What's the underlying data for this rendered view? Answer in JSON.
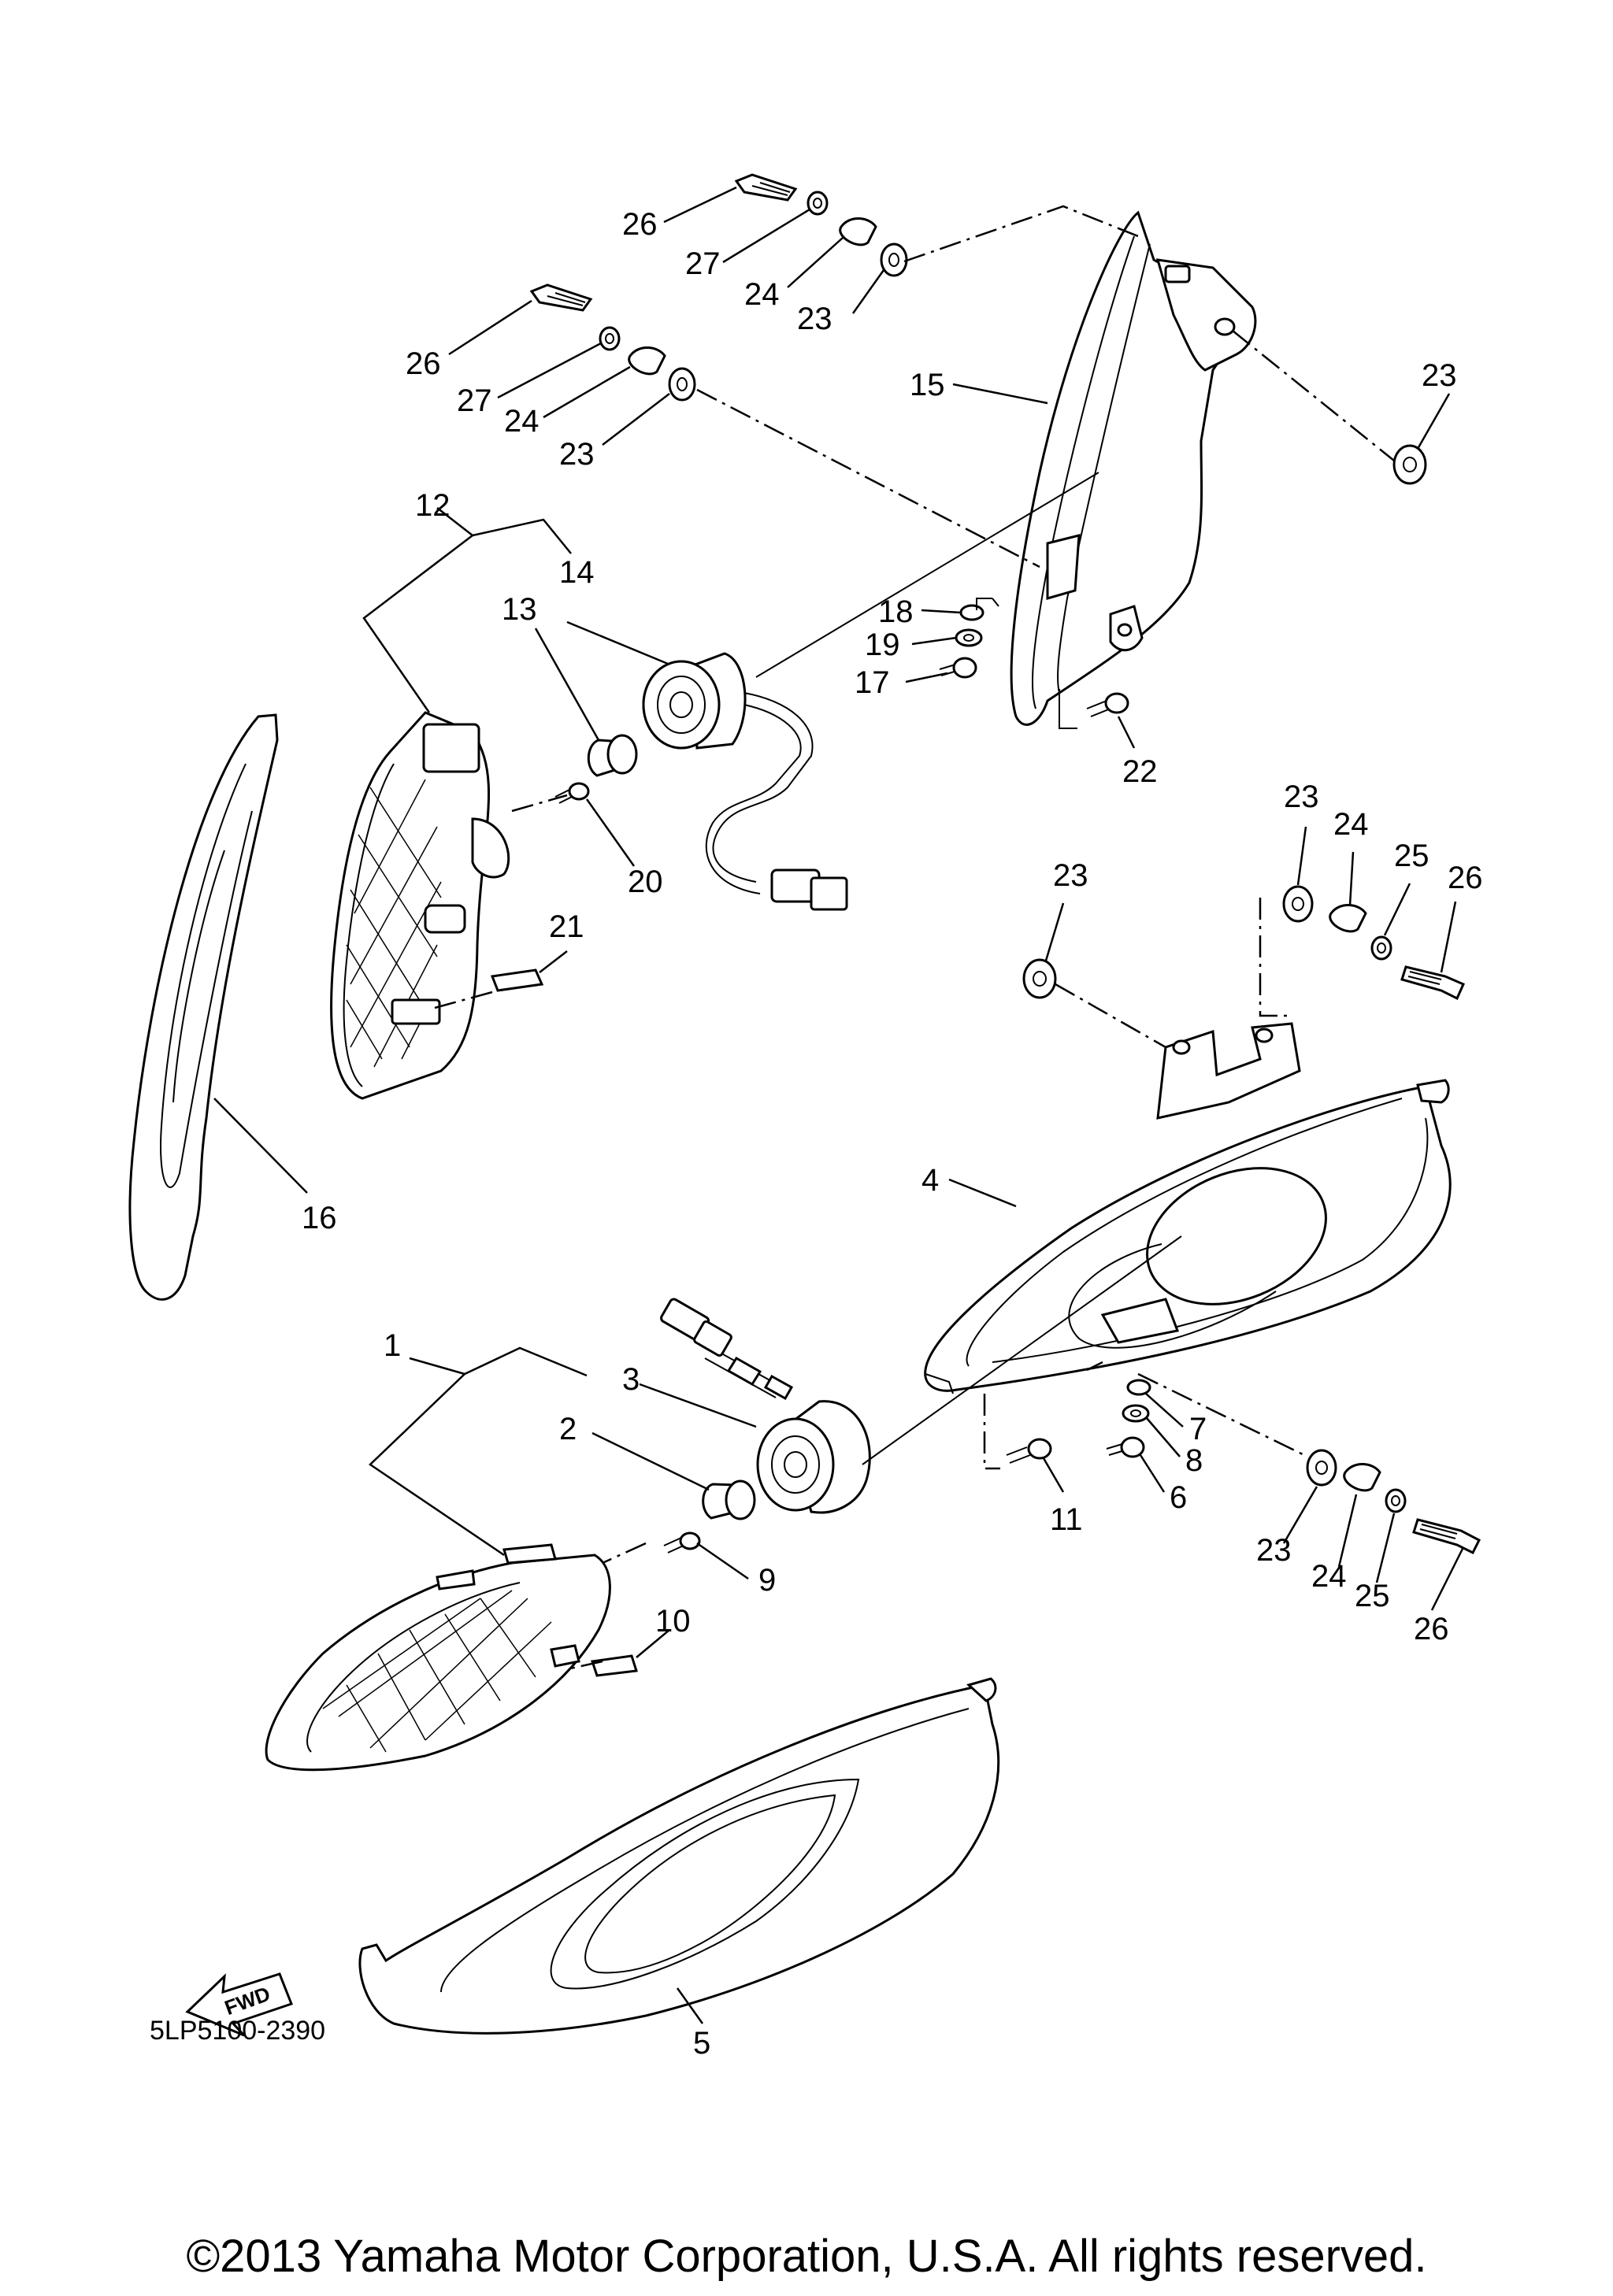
{
  "diagram": {
    "drawing_code": "5LP5100-2390",
    "copyright": "©2013 Yamaha Motor Corporation, U.S.A. All rights reserved.",
    "direction_label": "FWD",
    "callouts": [
      "1",
      "2",
      "3",
      "4",
      "5",
      "6",
      "7",
      "8",
      "9",
      "10",
      "11",
      "12",
      "13",
      "14",
      "15",
      "16",
      "17",
      "18",
      "19",
      "20",
      "21",
      "22",
      "23",
      "24",
      "25",
      "26",
      "27"
    ]
  }
}
